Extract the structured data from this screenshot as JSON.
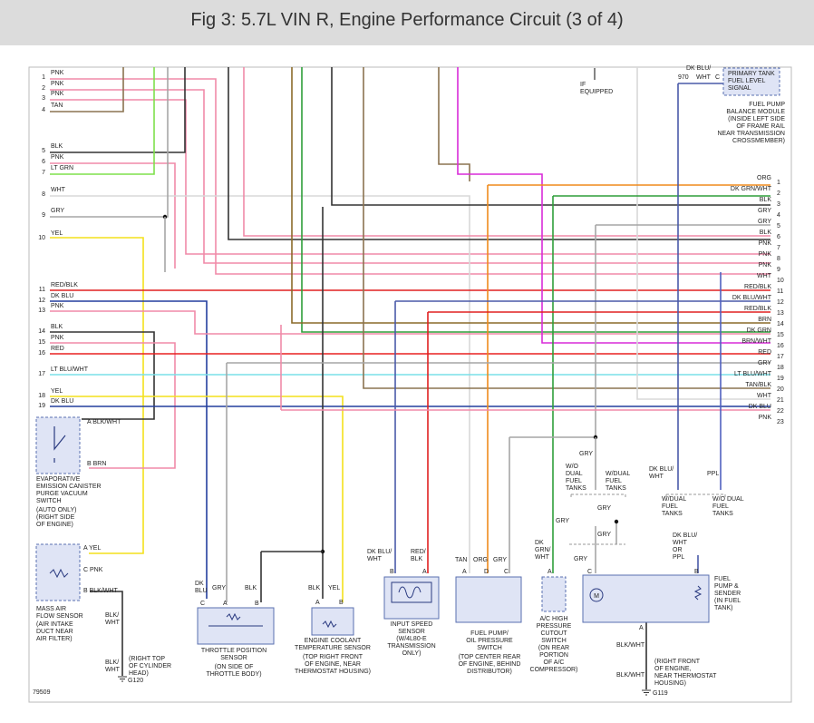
{
  "page": {
    "title": "Fig 3: 5.7L VIN R, Engine Performance Circuit (3 of 4)"
  },
  "colors": {
    "PNK": "#f08aa8",
    "TAN": "#8b7350",
    "BLK": "#333333",
    "LT GRN": "#7fe04c",
    "WHT": "#d8d8d8",
    "GRY": "#a6a6a6",
    "YEL": "#f3e11c",
    "RED/BLK": "#e02020",
    "DK BLU": "#243f9e",
    "RED": "#e82020",
    "LT BLU/WHT": "#7ae0e8",
    "MAGENTA": "#d92bd9",
    "ORG": "#ef8a1c",
    "DK GRN/WHT": "#2e9e3a",
    "BRN": "#8a6a2a",
    "BRN/WHT": "#9a7a40",
    "TAN/BLK": "#8b7350",
    "DK GRN": "#2e9e3a",
    "DK BLU/WHT": "#4a5aa8",
    "PPL": "#5060c0"
  },
  "left_pins": [
    {
      "num": "1",
      "label": "PNK"
    },
    {
      "num": "2",
      "label": "PNK"
    },
    {
      "num": "3",
      "label": "PNK"
    },
    {
      "num": "4",
      "label": "TAN"
    },
    {
      "num": "5",
      "label": "BLK"
    },
    {
      "num": "6",
      "label": "PNK"
    },
    {
      "num": "7",
      "label": "LT GRN"
    },
    {
      "num": "8",
      "label": "WHT"
    },
    {
      "num": "9",
      "label": "GRY"
    },
    {
      "num": "10",
      "label": "YEL"
    },
    {
      "num": "11",
      "label": "RED/BLK"
    },
    {
      "num": "12",
      "label": "DK BLU"
    },
    {
      "num": "13",
      "label": "PNK"
    },
    {
      "num": "14",
      "label": "BLK"
    },
    {
      "num": "15",
      "label": "PNK"
    },
    {
      "num": "16",
      "label": "RED"
    },
    {
      "num": "17",
      "label": "LT BLU/WHT"
    },
    {
      "num": "18",
      "label": "YEL"
    },
    {
      "num": "19",
      "label": "DK BLU"
    }
  ],
  "right_pins": [
    {
      "num": "1",
      "label": "ORG"
    },
    {
      "num": "2",
      "label": "DK GRN/WHT"
    },
    {
      "num": "3",
      "label": "BLK"
    },
    {
      "num": "4",
      "label": "GRY"
    },
    {
      "num": "5",
      "label": "GRY"
    },
    {
      "num": "6",
      "label": "BLK"
    },
    {
      "num": "7",
      "label": "PNK"
    },
    {
      "num": "8",
      "label": "PNK"
    },
    {
      "num": "9",
      "label": "PNK"
    },
    {
      "num": "10",
      "label": "WHT"
    },
    {
      "num": "11",
      "label": "RED/BLK"
    },
    {
      "num": "12",
      "label": "DK BLU/WHT"
    },
    {
      "num": "13",
      "label": "RED/BLK"
    },
    {
      "num": "14",
      "label": "BRN"
    },
    {
      "num": "15",
      "label": "DK GRN"
    },
    {
      "num": "16",
      "label": "BRN/WHT"
    },
    {
      "num": "17",
      "label": "RED"
    },
    {
      "num": "18",
      "label": "GRY"
    },
    {
      "num": "19",
      "label": "LT BLU/WHT"
    },
    {
      "num": "20",
      "label": "TAN/BLK"
    },
    {
      "num": "21",
      "label": "WHT"
    },
    {
      "num": "22",
      "label": "DK BLU"
    },
    {
      "num": "23",
      "label": "PNK"
    }
  ],
  "top_right": {
    "wire_label": "DK BLU/",
    "pin_num": "970",
    "wire_label2": "WHT",
    "pin": "C",
    "box_label": [
      "PRIMARY TANK",
      "FUEL LEVEL",
      "SIGNAL"
    ],
    "module_label": [
      "FUEL PUMP",
      "BALANCE MODULE",
      "(INSIDE LEFT SIDE",
      "OF FRAME RAIL",
      "NEAR TRANSMISSION",
      "CROSSMEMBER)"
    ],
    "if_equipped": [
      "IF",
      "EQUIPPED"
    ]
  },
  "components": {
    "evap": {
      "name": [
        "EVAPORATIVE",
        "EMISSION CANISTER",
        "PURGE VACUUM",
        "SWITCH"
      ],
      "note": [
        "(AUTO ONLY)",
        "(RIGHT SIDE",
        "OF ENGINE)"
      ],
      "pin_a": "A",
      "wire_a": "BLK/WHT",
      "pin_b": "B",
      "wire_b": "BRN"
    },
    "maf": {
      "name": [
        "MASS AIR",
        "FLOW SENSOR"
      ],
      "note": [
        "(AIR INTAKE",
        "DUCT NEAR",
        "AIR FILTER)"
      ],
      "pin_a": "A",
      "wire_a": "YEL",
      "pin_c": "C",
      "wire_c": "PNK",
      "pin_b": "B",
      "wire_b": "BLK/WHT",
      "ground_wire1": [
        "BLK/",
        "WHT"
      ],
      "ground_wire2": [
        "BLK/",
        "WHT"
      ],
      "ground_note": [
        "(RIGHT TOP",
        "OF CYLINDER",
        "HEAD)"
      ],
      "ground_id": "G120"
    },
    "tps": {
      "name": [
        "THROTTLE POSITION",
        "SENSOR"
      ],
      "note": [
        "(ON SIDE OF",
        "THROTTLE BODY)"
      ],
      "wires": [
        "DK",
        "BLU",
        "GRY",
        "BLK"
      ],
      "pins": [
        "C",
        "A",
        "B"
      ]
    },
    "ect": {
      "name": [
        "ENGINE COOLANT",
        "TEMPERATURE SENSOR"
      ],
      "note": [
        "(TOP RIGHT FRONT",
        "OF ENGINE, NEAR",
        "THERMOSTAT HOUSING)"
      ],
      "wires": [
        "BLK",
        "YEL"
      ],
      "pins": [
        "A",
        "B"
      ]
    },
    "iss": {
      "name": [
        "INPUT SPEED",
        "SENSOR",
        "(W/4L80-E",
        "TRANSMISSION",
        "ONLY)"
      ],
      "wires": [
        "DK BLU/",
        "WHT",
        "RED/",
        "BLK"
      ],
      "pins": [
        "B",
        "A"
      ]
    },
    "fpops": {
      "name": [
        "FUEL PUMP/",
        "OIL PRESSURE",
        "SWITCH"
      ],
      "note": [
        "(TOP CENTER REAR",
        "OF ENGINE, BEHIND",
        "DISTRIBUTOR)"
      ],
      "wires": [
        "TAN",
        "ORG",
        "GRY"
      ],
      "pins": [
        "A",
        "D",
        "C"
      ]
    },
    "ac": {
      "name": [
        "A/C HIGH",
        "PRESSURE",
        "CUTOUT",
        "SWITCH"
      ],
      "note": [
        "(ON REAR",
        "PORTION",
        "OF A/C",
        "COMPRESSOR)"
      ],
      "wires": [
        "DK",
        "GRN/",
        "WHT"
      ],
      "pin": "A"
    },
    "fuel": {
      "name": [
        "FUEL",
        "PUMP &",
        "SENDER"
      ],
      "note": [
        "(IN FUEL",
        "TANK)"
      ],
      "pins": [
        "C",
        "B",
        "A"
      ],
      "wo_dual": [
        "W/O",
        "DUAL",
        "FUEL",
        "TANKS"
      ],
      "w_dual": [
        "W/DUAL",
        "FUEL",
        "TANKS"
      ],
      "w_dual2": [
        "W/DUAL",
        "FUEL",
        "TANKS"
      ],
      "wo_dual2": [
        "W/O DUAL",
        "FUEL",
        "TANKS"
      ],
      "gry": "GRY",
      "dk_blu_wht": [
        "DK BLU/",
        "WHT"
      ],
      "ppl": "PPL",
      "dk_blu_wht_or_ppl": [
        "DK BLU/",
        "WHT",
        "OR",
        "PPL"
      ],
      "ground_wire1": "BLK/WHT",
      "ground_wire2": "BLK/WHT",
      "ground_note": [
        "(RIGHT FRONT",
        "OF ENGINE,",
        "NEAR THERMOSTAT",
        "HOUSING)"
      ],
      "ground_id": "G119"
    }
  },
  "figure_id": "79509"
}
